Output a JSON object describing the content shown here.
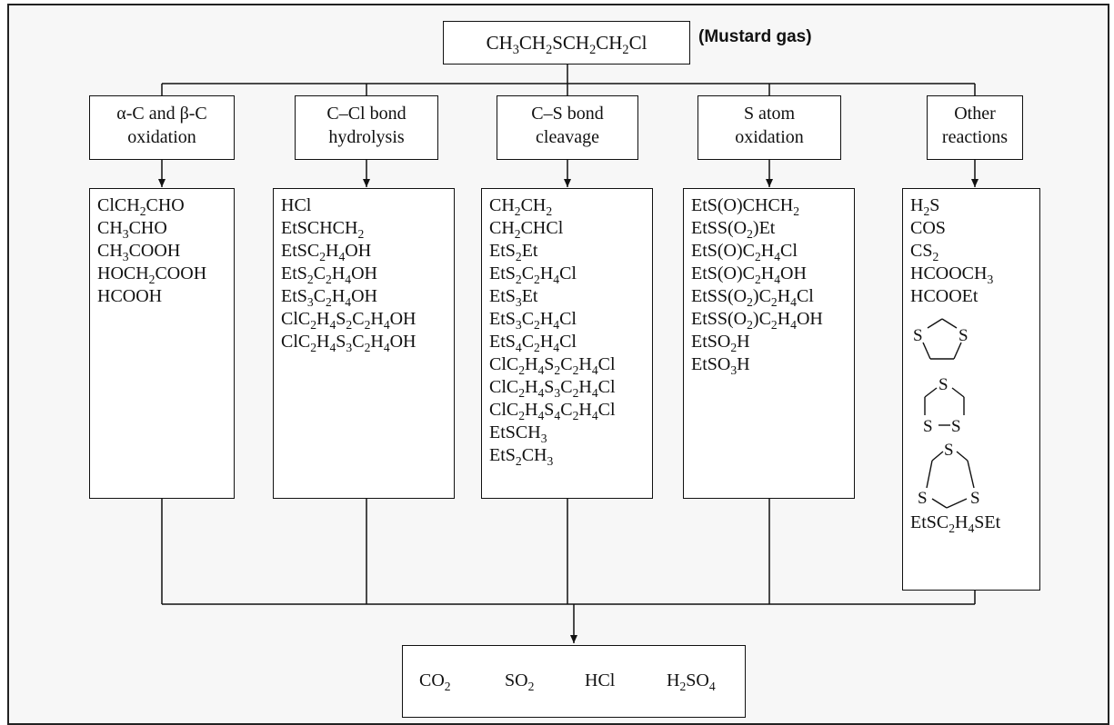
{
  "root": {
    "formula": [
      [
        "CH",
        "3"
      ],
      [
        "CH",
        "2"
      ],
      [
        "SCH",
        "2"
      ],
      [
        "CH",
        "2"
      ],
      [
        "Cl",
        ""
      ]
    ],
    "note": "(Mustard gas)"
  },
  "categories": [
    {
      "id": "ab-oxidation",
      "title": [
        "α-C and β-C",
        "oxidation"
      ]
    },
    {
      "id": "ccl-hydrolysis",
      "title": [
        "C–Cl bond",
        "hydrolysis"
      ]
    },
    {
      "id": "cs-cleavage",
      "title": [
        "C–S bond",
        "cleavage"
      ]
    },
    {
      "id": "s-oxidation",
      "title": [
        "S atom",
        "oxidation"
      ]
    },
    {
      "id": "other",
      "title": [
        "Other",
        "reactions"
      ]
    }
  ],
  "products": [
    [
      [
        [
          "ClCH",
          "2"
        ],
        [
          "CHO",
          ""
        ]
      ],
      [
        [
          "CH",
          "3"
        ],
        [
          "CHO",
          ""
        ]
      ],
      [
        [
          "CH",
          "3"
        ],
        [
          "COOH",
          ""
        ]
      ],
      [
        [
          "HOCH",
          "2"
        ],
        [
          "COOH",
          ""
        ]
      ],
      [
        [
          "HCOOH",
          ""
        ]
      ]
    ],
    [
      [
        [
          "HCl",
          ""
        ]
      ],
      [
        [
          "EtSCHCH",
          "2"
        ]
      ],
      [
        [
          "EtSC",
          "2"
        ],
        [
          "H",
          "4"
        ],
        [
          "OH",
          ""
        ]
      ],
      [
        [
          "EtS",
          "2"
        ],
        [
          "C",
          "2"
        ],
        [
          "H",
          "4"
        ],
        [
          "OH",
          ""
        ]
      ],
      [
        [
          "EtS",
          "3"
        ],
        [
          "C",
          "2"
        ],
        [
          "H",
          "4"
        ],
        [
          "OH",
          ""
        ]
      ],
      [
        [
          "ClC",
          "2"
        ],
        [
          "H",
          "4"
        ],
        [
          "S",
          "2"
        ],
        [
          "C",
          "2"
        ],
        [
          "H",
          "4"
        ],
        [
          "OH",
          ""
        ]
      ],
      [
        [
          "ClC",
          "2"
        ],
        [
          "H",
          "4"
        ],
        [
          "S",
          "3"
        ],
        [
          "C",
          "2"
        ],
        [
          "H",
          "4"
        ],
        [
          "OH",
          ""
        ]
      ]
    ],
    [
      [
        [
          "CH",
          "2"
        ],
        [
          "CH",
          "2"
        ]
      ],
      [
        [
          "CH",
          "2"
        ],
        [
          "CHCl",
          ""
        ]
      ],
      [
        [
          "EtS",
          "2"
        ],
        [
          "Et",
          ""
        ]
      ],
      [
        [
          "EtS",
          "2"
        ],
        [
          "C",
          "2"
        ],
        [
          "H",
          "4"
        ],
        [
          "Cl",
          ""
        ]
      ],
      [
        [
          "EtS",
          "3"
        ],
        [
          "Et",
          ""
        ]
      ],
      [
        [
          "EtS",
          "3"
        ],
        [
          "C",
          "2"
        ],
        [
          "H",
          "4"
        ],
        [
          "Cl",
          ""
        ]
      ],
      [
        [
          "EtS",
          "4"
        ],
        [
          "C",
          "2"
        ],
        [
          "H",
          "4"
        ],
        [
          "Cl",
          ""
        ]
      ],
      [
        [
          "ClC",
          "2"
        ],
        [
          "H",
          "4"
        ],
        [
          "S",
          "2"
        ],
        [
          "C",
          "2"
        ],
        [
          "H",
          "4"
        ],
        [
          "Cl",
          ""
        ]
      ],
      [
        [
          "ClC",
          "2"
        ],
        [
          "H",
          "4"
        ],
        [
          "S",
          "3"
        ],
        [
          "C",
          "2"
        ],
        [
          "H",
          "4"
        ],
        [
          "Cl",
          ""
        ]
      ],
      [
        [
          "ClC",
          "2"
        ],
        [
          "H",
          "4"
        ],
        [
          "S",
          "4"
        ],
        [
          "C",
          "2"
        ],
        [
          "H",
          "4"
        ],
        [
          "Cl",
          ""
        ]
      ],
      [
        [
          "EtSCH",
          "3"
        ]
      ],
      [
        [
          "EtS",
          "2"
        ],
        [
          "CH",
          "3"
        ]
      ]
    ],
    [
      [
        [
          "EtS(O)CHCH",
          "2"
        ]
      ],
      [
        [
          "EtSS(O",
          "2"
        ],
        [
          ")Et",
          ""
        ]
      ],
      [
        [
          "EtS(O)C",
          "2"
        ],
        [
          "H",
          "4"
        ],
        [
          "Cl",
          ""
        ]
      ],
      [
        [
          "EtS(O)C",
          "2"
        ],
        [
          "H",
          "4"
        ],
        [
          "OH",
          ""
        ]
      ],
      [
        [
          "EtSS(O",
          "2"
        ],
        [
          ")C",
          "2"
        ],
        [
          "H",
          "4"
        ],
        [
          "Cl",
          ""
        ]
      ],
      [
        [
          "EtSS(O",
          "2"
        ],
        [
          ")C",
          "2"
        ],
        [
          "H",
          "4"
        ],
        [
          "OH",
          ""
        ]
      ],
      [
        [
          "EtSO",
          "2"
        ],
        [
          "H",
          ""
        ]
      ],
      [
        [
          "EtSO",
          "3"
        ],
        [
          "H",
          ""
        ]
      ]
    ],
    [
      [
        [
          "H",
          "2"
        ],
        [
          "S",
          ""
        ]
      ],
      [
        [
          "COS",
          ""
        ]
      ],
      [
        [
          "CS",
          "2"
        ]
      ],
      [
        [
          "HCOOCH",
          "3"
        ]
      ],
      [
        [
          "HCOOEt",
          ""
        ]
      ]
    ]
  ],
  "other_rings": {
    "atom_s": "S",
    "last": [
      [
        "EtSC",
        "2"
      ],
      [
        "H",
        "4"
      ],
      [
        "SEt",
        ""
      ]
    ]
  },
  "final_products": [
    [
      [
        "CO",
        "2"
      ]
    ],
    [
      [
        "SO",
        "2"
      ]
    ],
    [
      [
        "HCl",
        ""
      ]
    ],
    [
      [
        "H",
        "2"
      ],
      [
        "SO",
        "4"
      ]
    ]
  ]
}
